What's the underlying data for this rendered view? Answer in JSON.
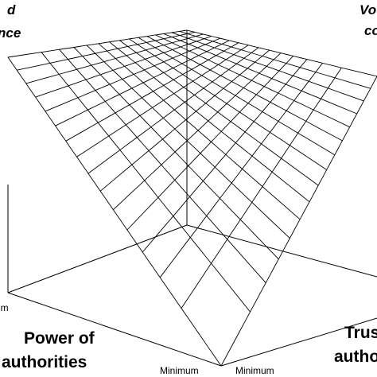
{
  "figure": {
    "type": "3d-surface",
    "grid_divisions": 15,
    "corner_labels": {
      "top_left_line1": "d",
      "top_left_line2": "nce",
      "top_right_line1": "Vo",
      "top_right_line2": "co"
    },
    "axis_left": {
      "line1": "Power of",
      "line2": "authorities",
      "min_label": "Minimum",
      "side_fragment": "im"
    },
    "axis_right": {
      "line1": "Trus",
      "line2": "autho",
      "min_label": "Minimum"
    },
    "colors": {
      "ink": "#000000",
      "background": "#ffffff"
    }
  }
}
